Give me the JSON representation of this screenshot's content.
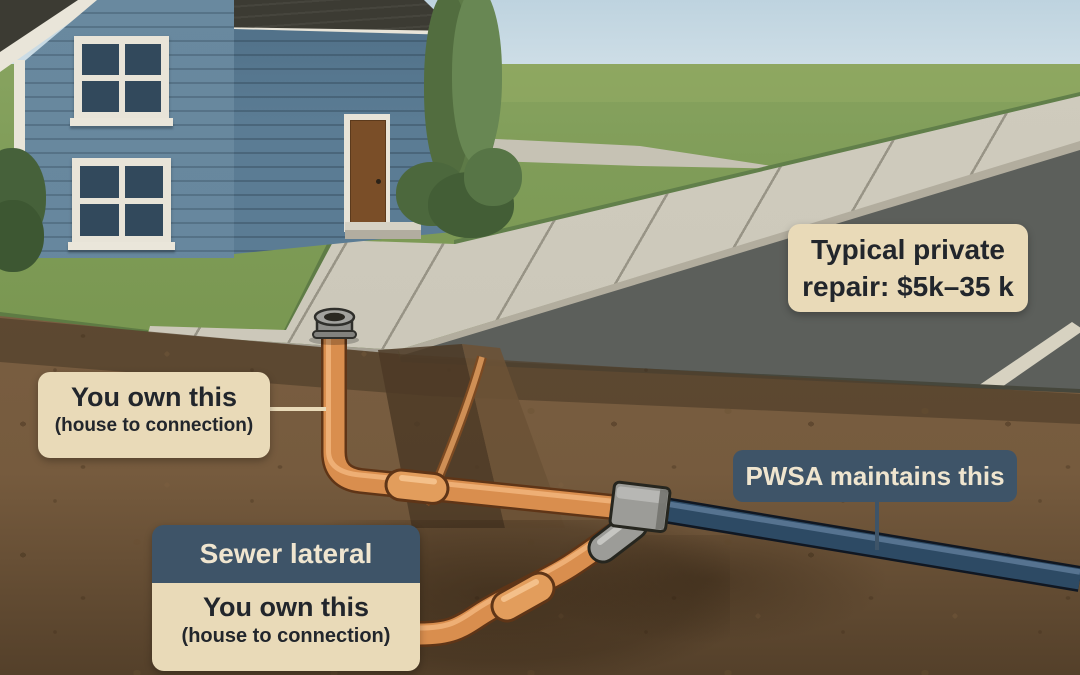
{
  "labels": {
    "owner_top": {
      "title": "You own this",
      "subtitle": "(house to connection)"
    },
    "lateral_card": {
      "header": "Sewer lateral",
      "title": "You own this",
      "subtitle": "(house to connection)"
    },
    "pwsa": {
      "text": "PWSA maintains this"
    },
    "repair": {
      "line1": "Typical private",
      "line2": "repair: $5k–35 k"
    }
  },
  "colors": {
    "cream_label": "#e9dab8",
    "slate_label": "#3e5468",
    "label_text_dark": "#22262c",
    "label_text_light": "#efe5cf",
    "pipe_orange": "#d98e4e",
    "pipe_orange_highlight": "#efb37a",
    "pipe_outline": "#5f3517",
    "pipe_blue": "#2d4a64",
    "pipe_blue_highlight": "#587592",
    "fitting_gray": "#9c9c98",
    "soil_brown": "#755939",
    "grass_green": "#7f9c58",
    "road_gray": "#5c5f5b",
    "sidewalk_gray": "#cbc7b8",
    "house_blue": "#63839b",
    "roof_dark": "#3c3b33",
    "trim_white": "#e9e5d9",
    "sky_blue": "#c3d6e1"
  }
}
